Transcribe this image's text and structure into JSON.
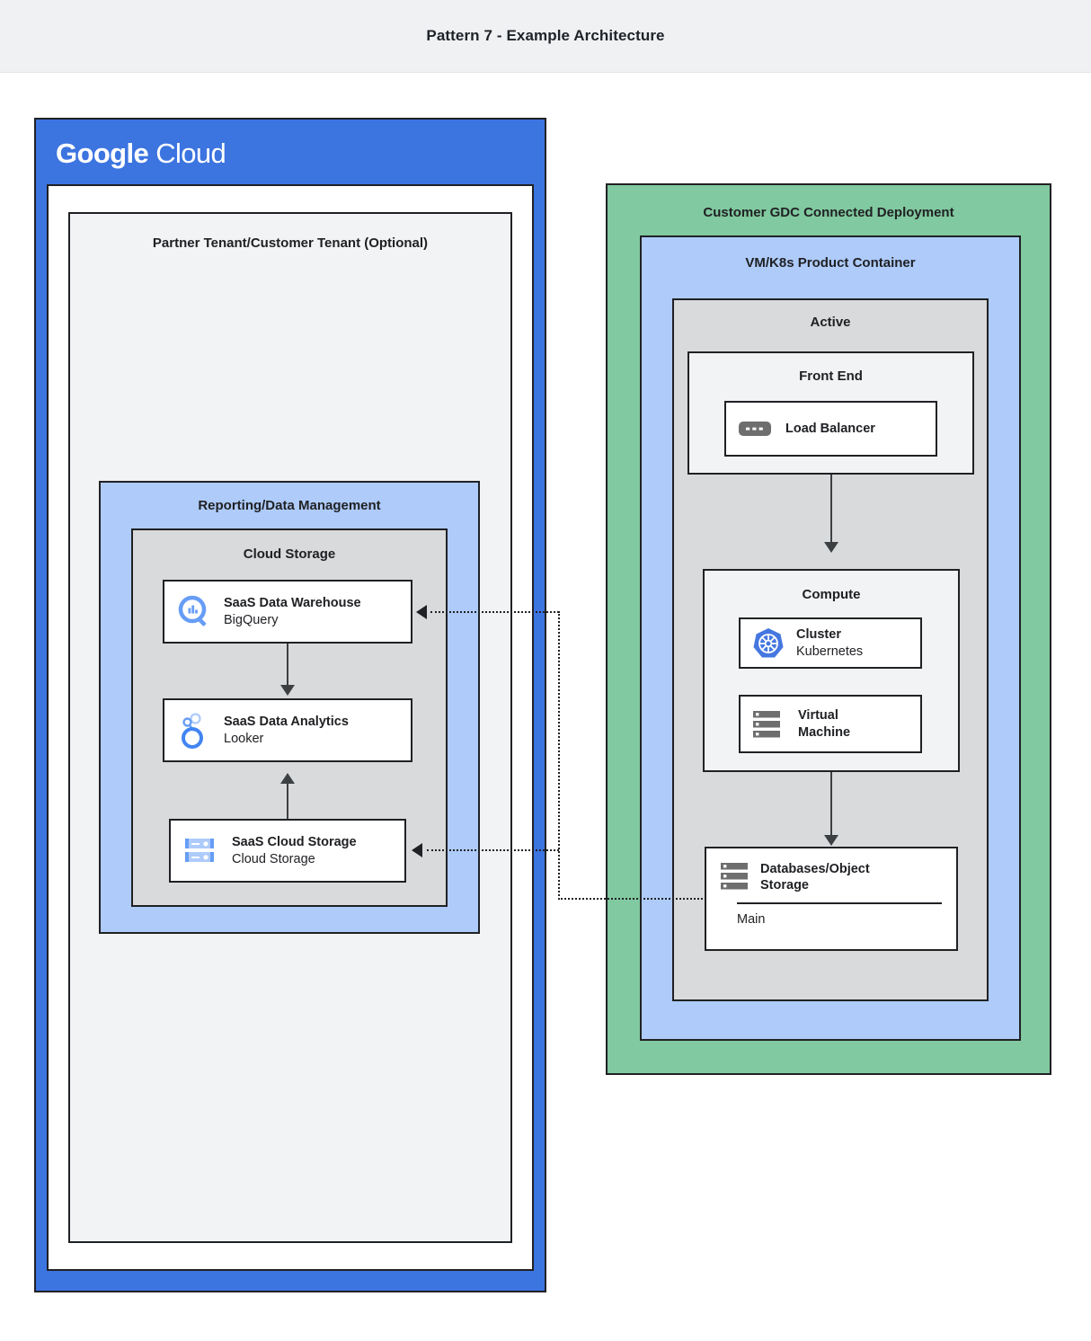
{
  "header": {
    "title": "Pattern 7 - Example Architecture"
  },
  "google_cloud": {
    "logo_bold": "Google",
    "logo_light": "Cloud",
    "tenant_title": "Partner Tenant/Customer Tenant (Optional)",
    "reporting_title": "Reporting/Data Management",
    "cloud_storage_title": "Cloud Storage",
    "nodes": [
      {
        "name": "SaaS Data Warehouse",
        "sub": "BigQuery",
        "icon": "bigquery-icon"
      },
      {
        "name": "SaaS Data Analytics",
        "sub": "Looker",
        "icon": "looker-icon"
      },
      {
        "name": "SaaS Cloud Storage",
        "sub": "Cloud Storage",
        "icon": "cloud-storage-icon"
      }
    ]
  },
  "gdc": {
    "title": "Customer GDC Connected Deployment",
    "container_title": "VM/K8s Product Container",
    "active_title": "Active",
    "frontend_title": "Front End",
    "compute_title": "Compute",
    "load_balancer": {
      "name": "Load Balancer",
      "icon": "load-balancer-icon"
    },
    "cluster": {
      "name": "Cluster",
      "sub": "Kubernetes",
      "icon": "kubernetes-icon"
    },
    "vm": {
      "name_line1": "Virtual",
      "name_line2": "Machine",
      "icon": "virtual-machine-icon"
    },
    "database": {
      "name_line1": "Databases/Object",
      "name_line2": "Storage",
      "detail": "Main",
      "icon": "database-icon"
    }
  },
  "colors": {
    "header_bg": "#eff1f3",
    "google_blue": "#3c74e0",
    "light_blue": "#aecbfa",
    "green": "#81c9a0",
    "gray": "#d9dadb",
    "light_gray": "#f1f3f4",
    "stroke": "#202124"
  }
}
